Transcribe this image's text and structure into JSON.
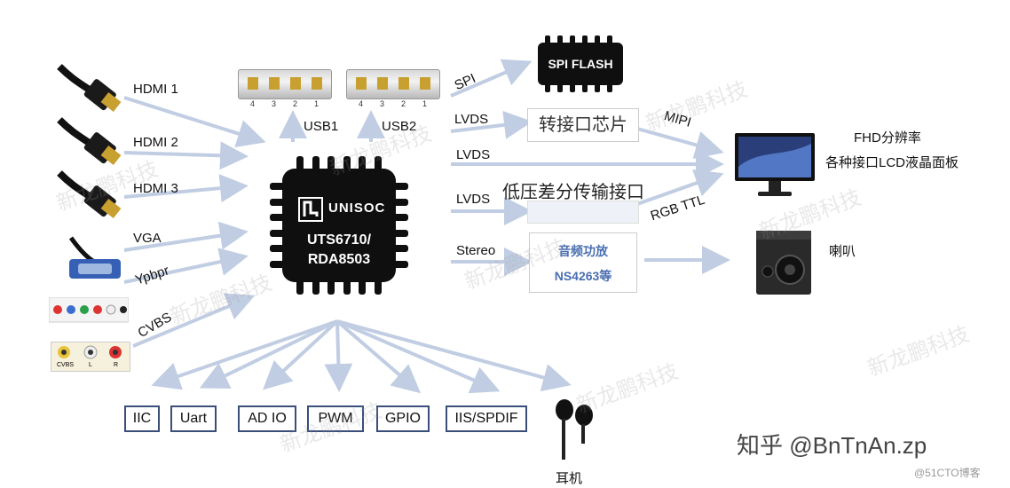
{
  "inputs": {
    "hdmi1": "HDMI 1",
    "hdmi2": "HDMI 2",
    "hdmi3": "HDMI 3",
    "vga": "VGA",
    "ypbpr": "Ypbpr",
    "cvbs": "CVBS"
  },
  "usb": {
    "usb1": "USB1",
    "usb2": "USB2",
    "pin_numbers": [
      "4",
      "3",
      "2",
      "1"
    ]
  },
  "chip": {
    "brand": "UNISOC",
    "model_line1": "UTS6710/",
    "model_line2": "RDA8503"
  },
  "flash": {
    "label": "SPI FLASH",
    "bus": "SPI"
  },
  "links": {
    "lvds_top": "LVDS",
    "lvds_mid": "LVDS",
    "lvds_low": "LVDS",
    "stereo": "Stereo",
    "mipi": "MIPI",
    "rgb_ttl": "RGB TTL"
  },
  "bridge": {
    "converter": "转接口芯片",
    "lvds_chip": "低压差分传输接口",
    "amp_title": "音频功放",
    "amp_part": "NS4263等"
  },
  "outputs": {
    "panel_line1": "FHD分辨率",
    "panel_line2": "各种接口LCD液晶面板",
    "speaker": "喇叭",
    "earphone": "耳机"
  },
  "peripherals": [
    "IIC",
    "Uart",
    "AD IO",
    "PWM",
    "GPIO",
    "IIS/SPDIF"
  ],
  "cvbs_jacks": [
    "CVBS",
    "L",
    "R"
  ],
  "watermarks": {
    "main": "新龙鹏科技",
    "credit": "知乎 @BnTnAn.zp",
    "footer": "@51CTO博客"
  },
  "colors": {
    "arrow": "#c0cde2",
    "box_border": "#3a4e7a",
    "amp_text": "#4a6fb0",
    "chip": "#0f0f0f"
  }
}
